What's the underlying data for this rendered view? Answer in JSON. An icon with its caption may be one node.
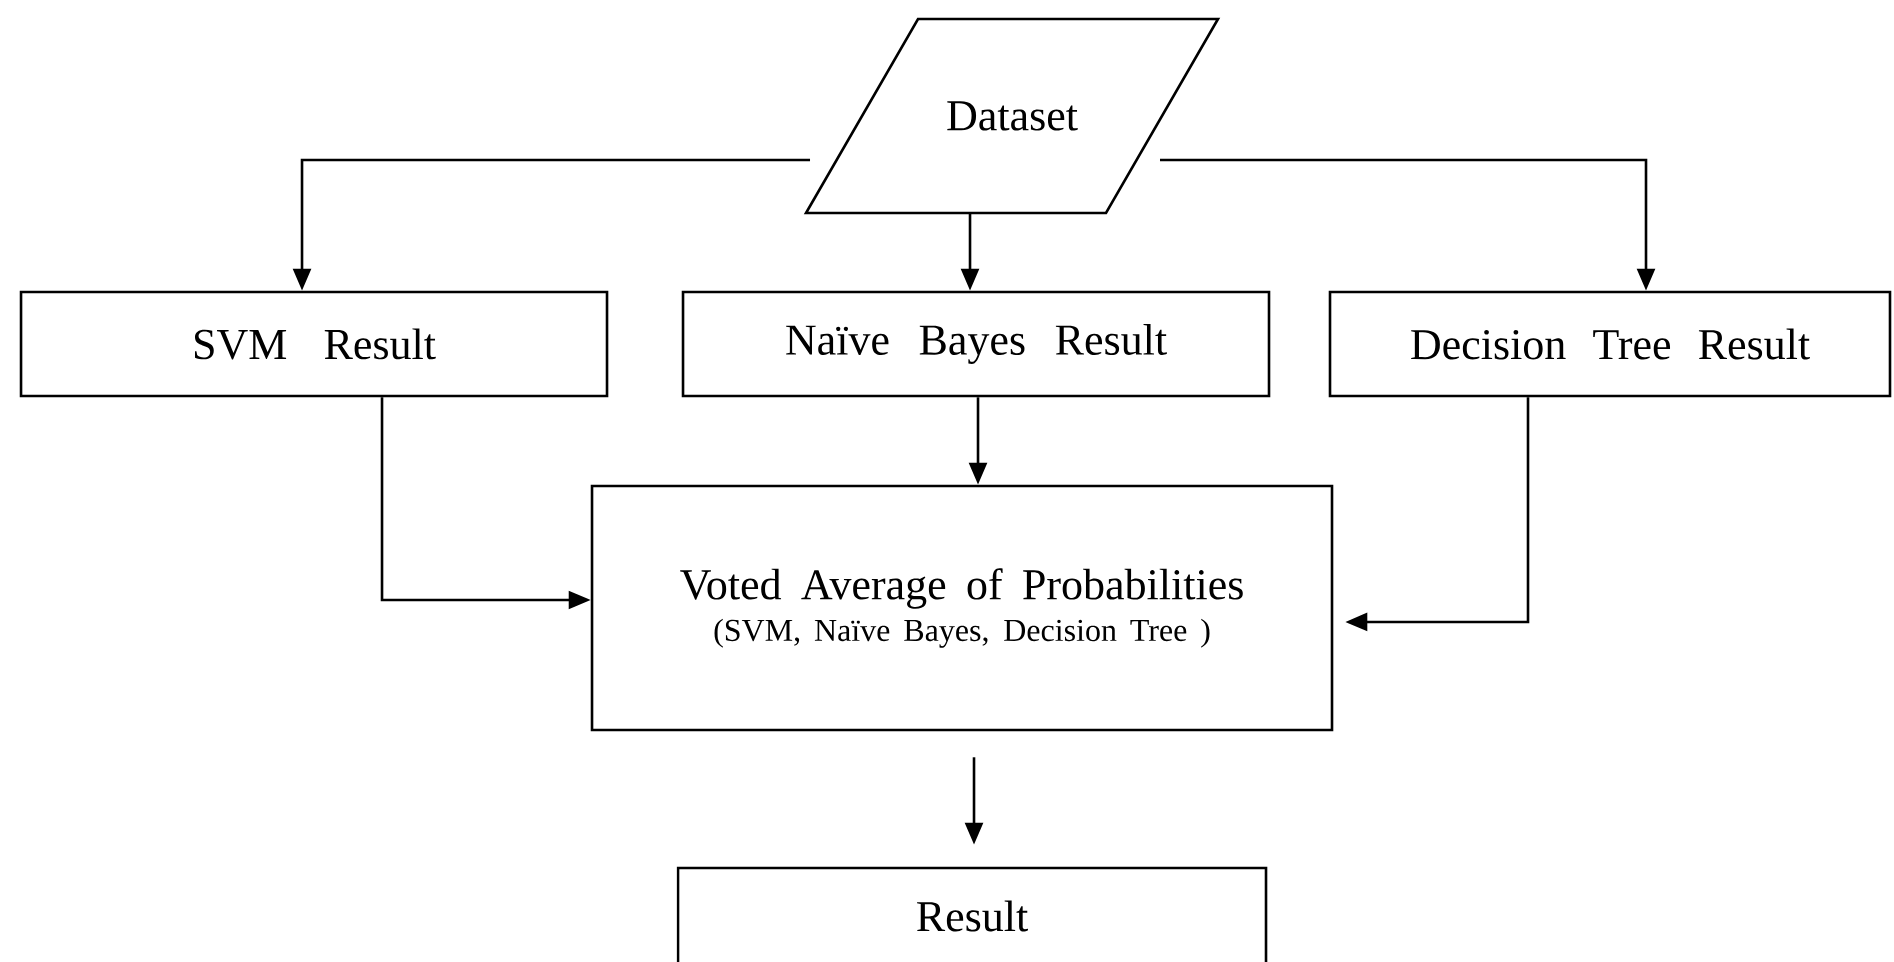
{
  "diagram": {
    "nodes": [
      {
        "text": [
          "Dataset"
        ]
      },
      {
        "text": [
          "SVM Result"
        ]
      },
      {
        "text": [
          "Naïve Bayes Result"
        ]
      },
      {
        "text": [
          "Decision Tree Result"
        ]
      },
      {
        "text": [
          "Voted Average of Probabilities",
          "(SVM, Naïve Bayes, Decision Tree )"
        ]
      },
      {
        "text": [
          "Result"
        ]
      }
    ],
    "edges": [
      {
        "from": 0,
        "to": 1,
        "arrow": "to"
      },
      {
        "from": 0,
        "to": 2,
        "arrow": "to"
      },
      {
        "from": 0,
        "to": 3,
        "arrow": "to"
      },
      {
        "from": 1,
        "to": 4,
        "arrow": "to"
      },
      {
        "from": 2,
        "to": 4,
        "arrow": "to"
      },
      {
        "from": 3,
        "to": 4,
        "arrow": "to"
      },
      {
        "from": 4,
        "to": 5,
        "arrow": "to"
      }
    ]
  }
}
